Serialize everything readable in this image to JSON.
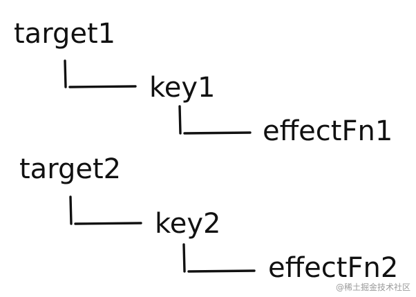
{
  "diagram": {
    "trees": [
      {
        "target": "target1",
        "key": "key1",
        "effect": "effectFn1"
      },
      {
        "target": "target2",
        "key": "key2",
        "effect": "effectFn2"
      }
    ]
  },
  "watermark": "@稀土掘金技术社区",
  "colors": {
    "ink": "#111111",
    "background": "#ffffff",
    "watermark": "#9a9a9a"
  }
}
